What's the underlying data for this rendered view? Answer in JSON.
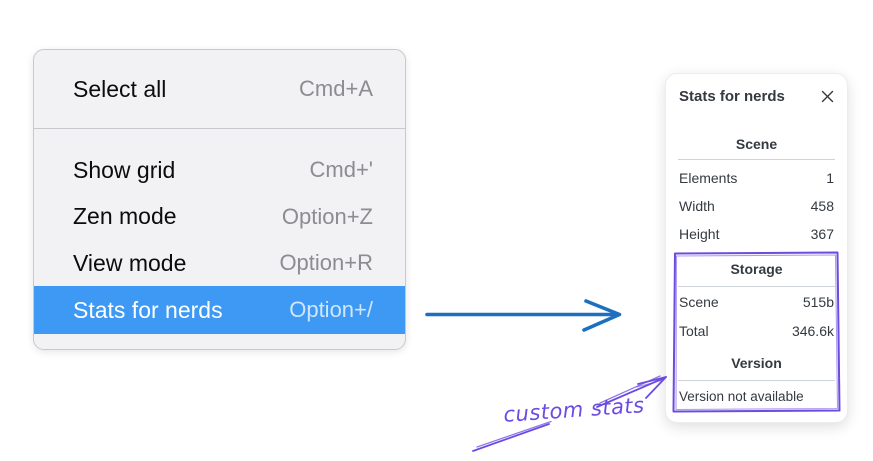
{
  "colors": {
    "menu_bg": "#f2f2f4",
    "menu_highlight": "#3d99f4",
    "shortcut_gray": "#8c8c91",
    "panel_text": "#343a40",
    "divider_gray": "#ced4da",
    "arrow_blue": "#1d6fc0",
    "annotation_purple": "#6c4ce0"
  },
  "context_menu": {
    "highlight_index": 4,
    "items": [
      {
        "label": "Select all",
        "shortcut": "Cmd+A"
      },
      {
        "label": "Show grid",
        "shortcut": "Cmd+'"
      },
      {
        "label": "Zen mode",
        "shortcut": "Option+Z"
      },
      {
        "label": "View mode",
        "shortcut": "Option+R"
      },
      {
        "label": "Stats for nerds",
        "shortcut": "Option+/"
      }
    ]
  },
  "stats_panel": {
    "title": "Stats for nerds",
    "icons": {
      "close": "✕"
    },
    "sections": [
      {
        "heading": "Scene",
        "rows": [
          {
            "label": "Elements",
            "value": "1"
          },
          {
            "label": "Width",
            "value": "458"
          },
          {
            "label": "Height",
            "value": "367"
          }
        ]
      },
      {
        "heading": "Storage",
        "rows": [
          {
            "label": "Scene",
            "value": "515b"
          },
          {
            "label": "Total",
            "value": "346.6k"
          }
        ]
      },
      {
        "heading": "Version",
        "note": "Version not available",
        "rows": []
      }
    ]
  },
  "annotations": {
    "custom_stats_label": "custom stats"
  }
}
